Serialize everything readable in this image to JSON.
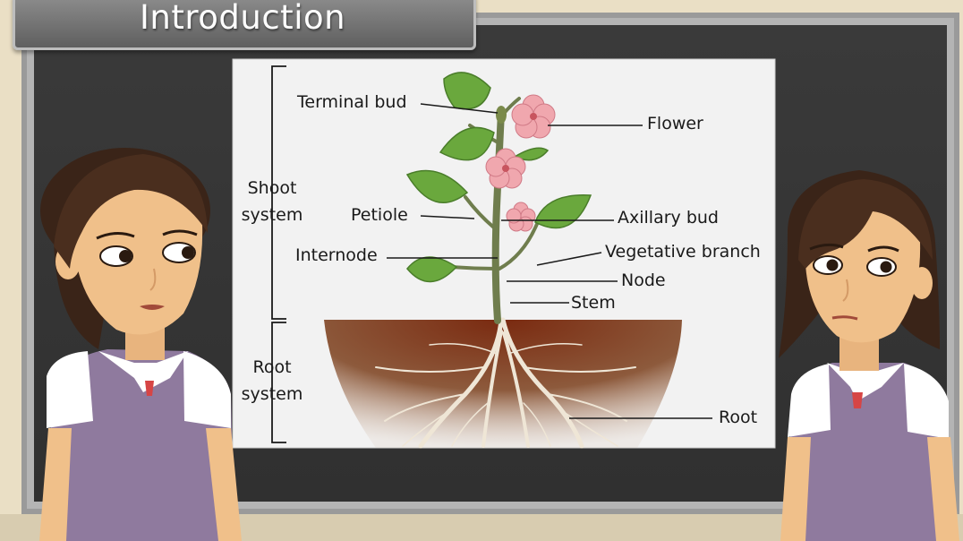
{
  "header": {
    "title": "Introduction"
  },
  "diagram": {
    "groups": {
      "shoot": {
        "line1": "Shoot",
        "line2": "system"
      },
      "root": {
        "line1": "Root",
        "line2": "system"
      }
    },
    "labels": {
      "terminal_bud": "Terminal bud",
      "flower": "Flower",
      "petiole": "Petiole",
      "axillary_bud": "Axillary bud",
      "vegetative_branch": "Vegetative branch",
      "internode": "Internode",
      "node": "Node",
      "stem": "Stem",
      "root": "Root"
    }
  },
  "colors": {
    "board": "#3b3b3b",
    "leaf": "#6aa83d",
    "flower": "#f0a7ae",
    "soil": "#8a4a2a",
    "uniform": "#8f7a9e",
    "skin": "#f0c08a",
    "hair": "#3a2418"
  }
}
